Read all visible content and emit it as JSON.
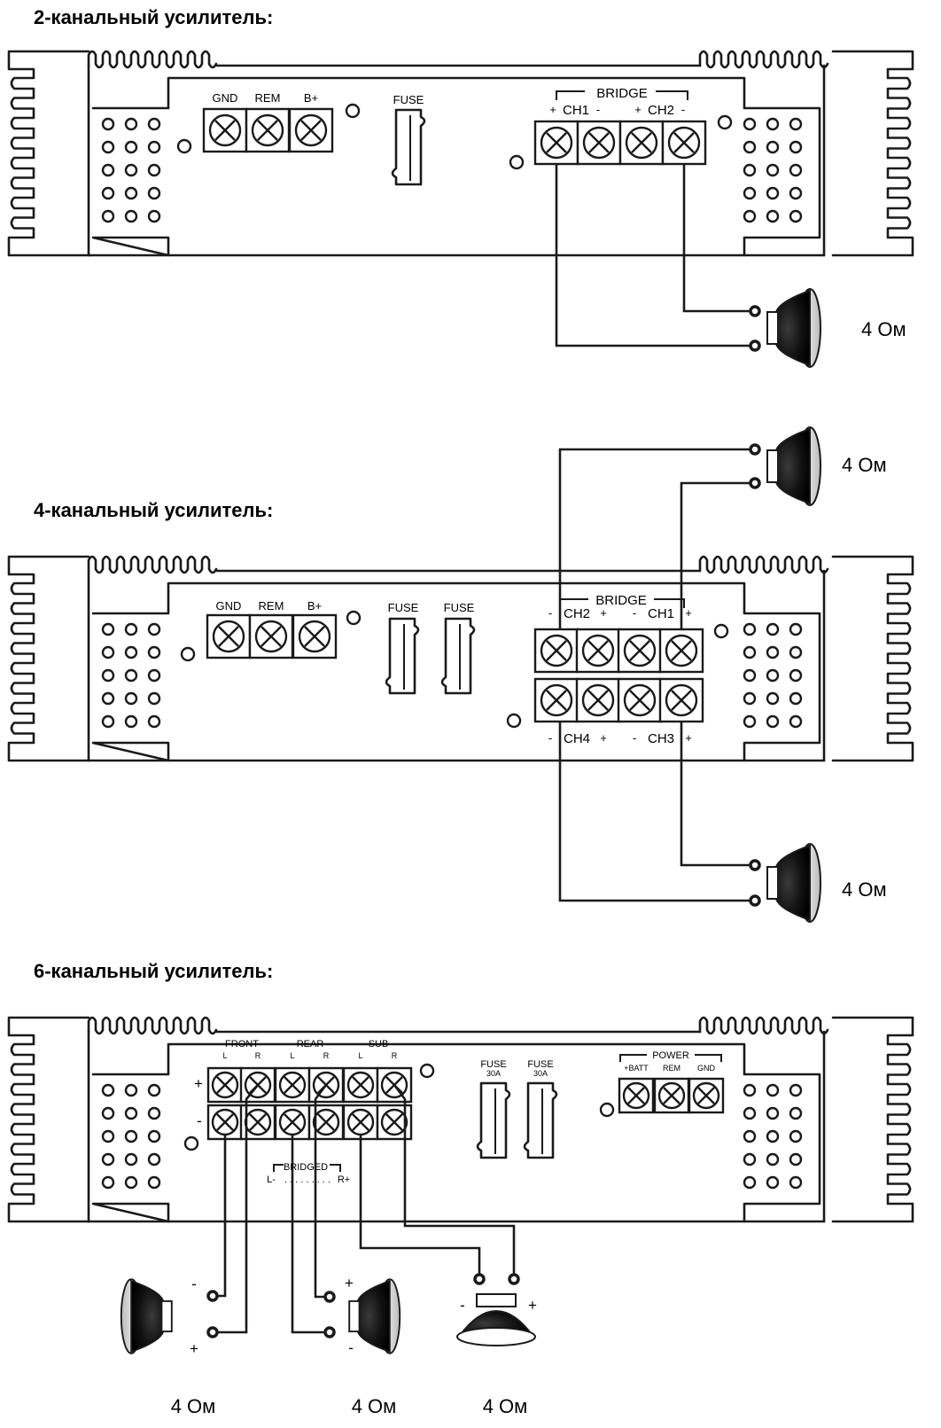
{
  "diagrams": {
    "two_channel": {
      "title": "2-канальный усилитель:",
      "power_labels": [
        "GND",
        "REM",
        "B+"
      ],
      "fuse": "FUSE",
      "bridge": "BRIDGE",
      "ch1": "CH1",
      "ch2": "CH2",
      "plus": "+",
      "minus": "-",
      "speaker_load": "4 Ом"
    },
    "four_channel": {
      "title": "4-канальный усилитель:",
      "power_labels": [
        "GND",
        "REM",
        "B+"
      ],
      "fuse": "FUSE",
      "bridge": "BRIDGE",
      "ch1": "CH1",
      "ch2": "CH2",
      "ch3": "CH3",
      "ch4": "CH4",
      "plus": "+",
      "minus": "-",
      "speaker_load_top": "4 Ом",
      "speaker_load_bottom": "4 Ом"
    },
    "six_channel": {
      "title": "6-канальный усилитель:",
      "groups": [
        "FRONT",
        "REAR",
        "SUB"
      ],
      "left": "L",
      "right": "R",
      "plus": "+",
      "minus": "-",
      "fuse": "FUSE",
      "fuse_rating": "30A",
      "power": "POWER",
      "power_labels": [
        "+BATT",
        "REM",
        "GND"
      ],
      "bridged": "BRIDGED",
      "bridged_left": "L-",
      "bridged_dots": ". . . . . . . . .",
      "bridged_right": "R+",
      "speaker_loads": [
        "4 Ом",
        "4 Ом",
        "4 Ом"
      ]
    }
  },
  "colors": {
    "line": "#1a1a1a",
    "background": "#ffffff"
  }
}
